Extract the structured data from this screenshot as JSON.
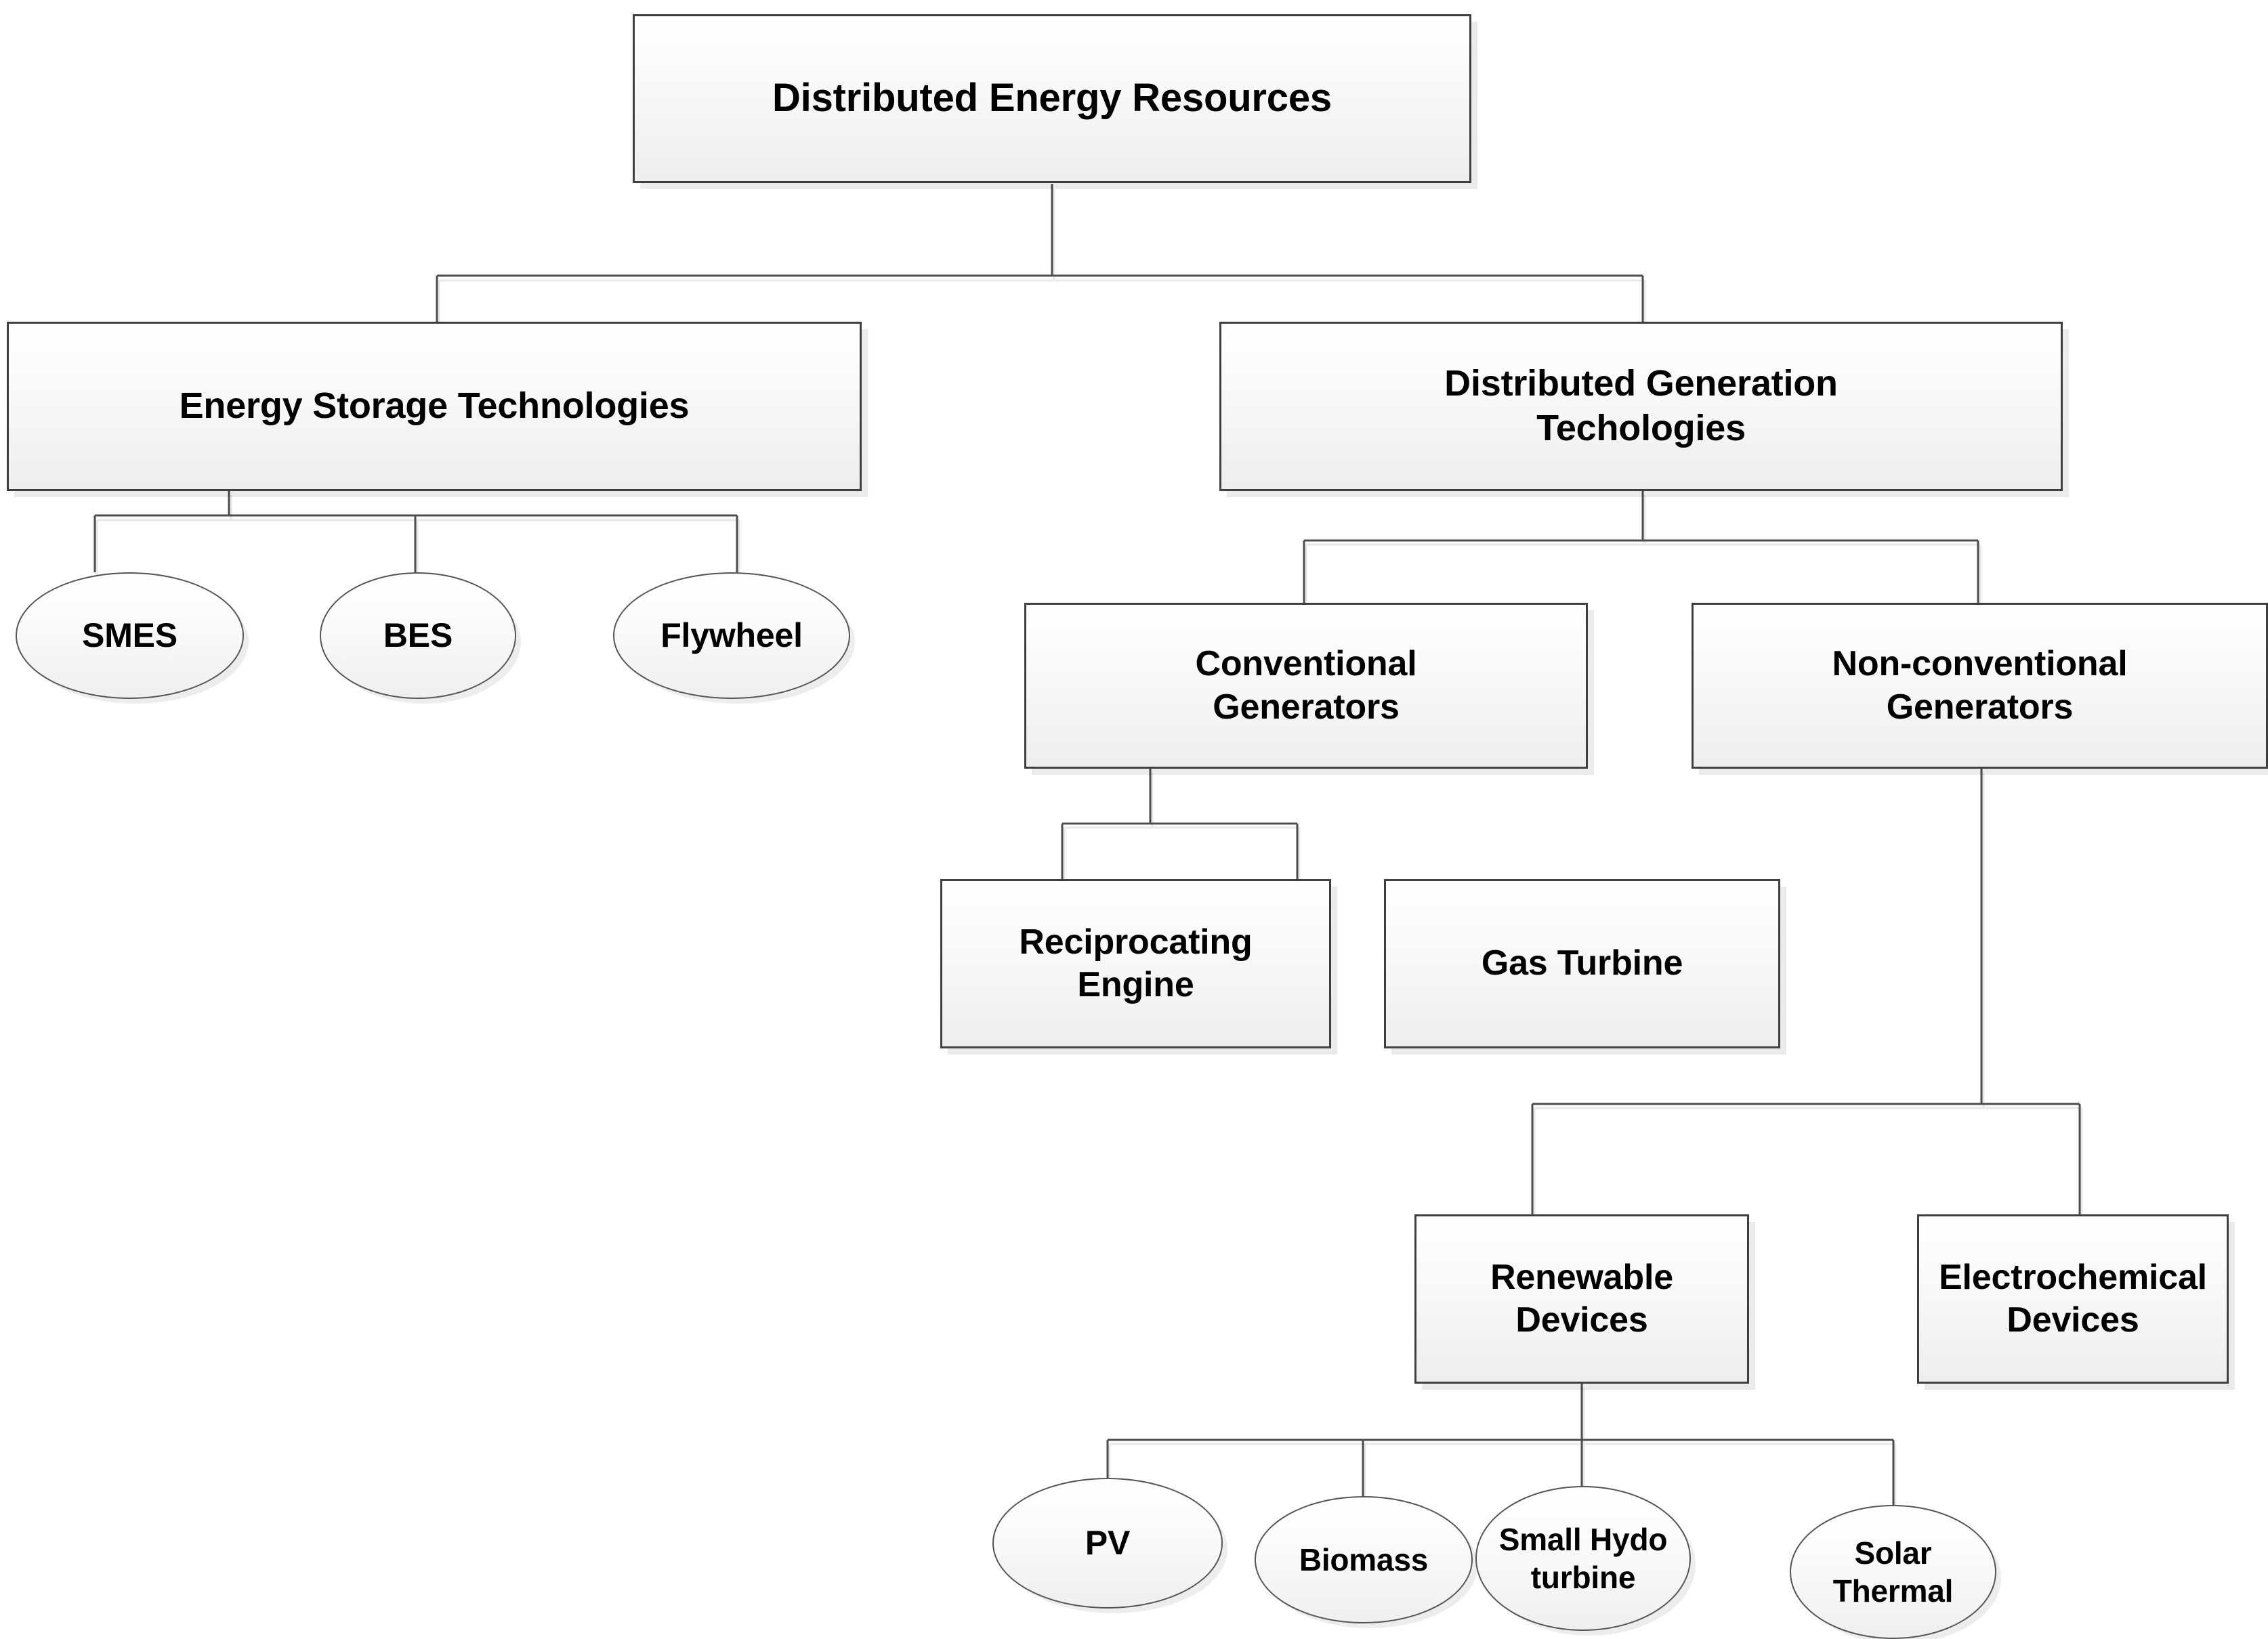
{
  "diagram": {
    "type": "hierarchy-tree",
    "title": "Distributed Energy Resources",
    "nodes": {
      "root": {
        "label": "Distributed Energy Resources",
        "shape": "rectangle"
      },
      "energy_storage": {
        "label": "Energy Storage Technologies",
        "shape": "rectangle"
      },
      "dist_generation": {
        "label": "Distributed Generation\nTechologies",
        "shape": "rectangle"
      },
      "smes": {
        "label": "SMES",
        "shape": "ellipse"
      },
      "bes": {
        "label": "BES",
        "shape": "ellipse"
      },
      "flywheel": {
        "label": "Flywheel",
        "shape": "ellipse"
      },
      "conventional": {
        "label": "Conventional\nGenerators",
        "shape": "rectangle"
      },
      "non_conventional": {
        "label": "Non-conventional\nGenerators",
        "shape": "rectangle"
      },
      "reciprocating": {
        "label": "Reciprocating\nEngine",
        "shape": "rectangle"
      },
      "gas_turbine": {
        "label": "Gas Turbine",
        "shape": "rectangle"
      },
      "renewable": {
        "label": "Renewable\nDevices",
        "shape": "rectangle"
      },
      "electrochemical": {
        "label": "Electrochemical\nDevices",
        "shape": "rectangle"
      },
      "pv": {
        "label": "PV",
        "shape": "ellipse"
      },
      "biomass": {
        "label": "Biomass",
        "shape": "ellipse"
      },
      "small_hydo": {
        "label": "Small Hydo\nturbine",
        "shape": "ellipse"
      },
      "solar_thermal": {
        "label": "Solar\nThermal",
        "shape": "ellipse"
      }
    },
    "edges": [
      {
        "from": "root",
        "to": "energy_storage"
      },
      {
        "from": "root",
        "to": "dist_generation"
      },
      {
        "from": "energy_storage",
        "to": "smes"
      },
      {
        "from": "energy_storage",
        "to": "bes"
      },
      {
        "from": "energy_storage",
        "to": "flywheel"
      },
      {
        "from": "dist_generation",
        "to": "conventional"
      },
      {
        "from": "dist_generation",
        "to": "non_conventional"
      },
      {
        "from": "conventional",
        "to": "reciprocating"
      },
      {
        "from": "conventional",
        "to": "gas_turbine"
      },
      {
        "from": "non_conventional",
        "to": "renewable"
      },
      {
        "from": "non_conventional",
        "to": "electrochemical"
      },
      {
        "from": "renewable",
        "to": "pv"
      },
      {
        "from": "renewable",
        "to": "biomass"
      },
      {
        "from": "renewable",
        "to": "small_hydo"
      },
      {
        "from": "renewable",
        "to": "solar_thermal"
      }
    ],
    "colors": {
      "node_fill_top": "#ffffff",
      "node_fill_bottom": "#eeeeee",
      "node_border": "#3f3f3f",
      "connector": "#4d4d4d",
      "text": "#000000",
      "background": "#ffffff"
    }
  }
}
